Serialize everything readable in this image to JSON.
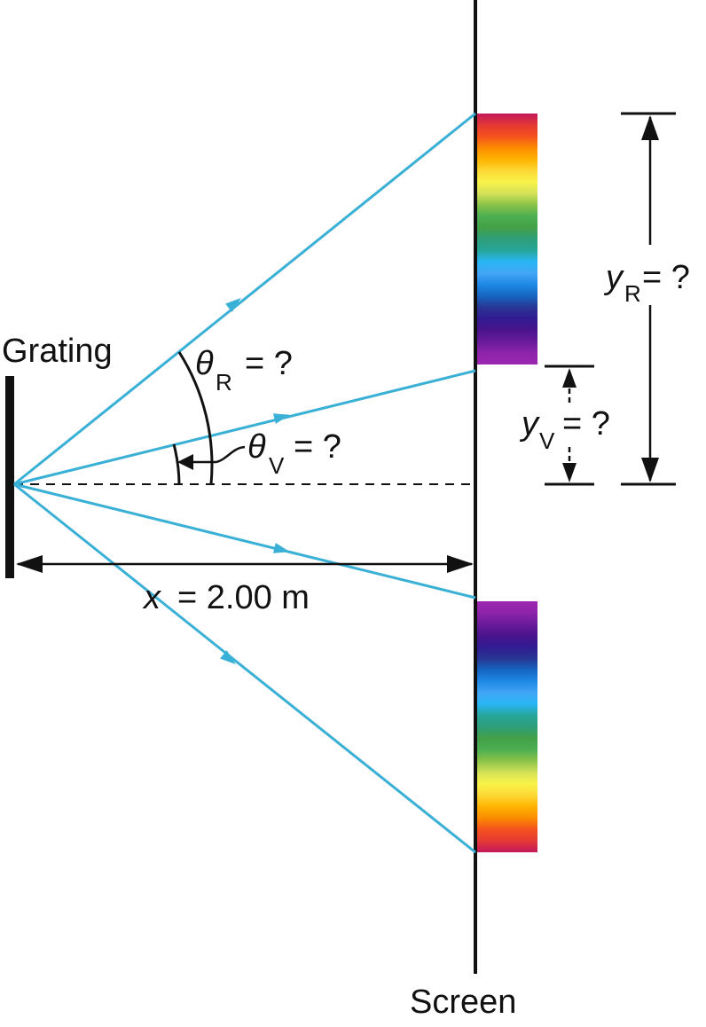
{
  "labels": {
    "grating": "Grating",
    "screen": "Screen",
    "x_var": "x",
    "x_value": "= 2.00 m",
    "theta": "θ",
    "sub_R": "R",
    "sub_V": "V",
    "equals_q": "= ?",
    "y": "y"
  },
  "colors": {
    "ray": "#3ab0d6",
    "line": "#111111",
    "spectrum": [
      "#c2185b",
      "#e53935",
      "#f4511e",
      "#fb8c00",
      "#ffb300",
      "#fdd835",
      "#f9f34a",
      "#d4e157",
      "#8bc34a",
      "#4caf50",
      "#43a047",
      "#2e9e7a",
      "#26a69a",
      "#29b6f6",
      "#42a5f5",
      "#1e88e5",
      "#1565c0",
      "#283593",
      "#311b92",
      "#4a148c",
      "#6a1b9a",
      "#8e24aa",
      "#9c27b0"
    ]
  }
}
